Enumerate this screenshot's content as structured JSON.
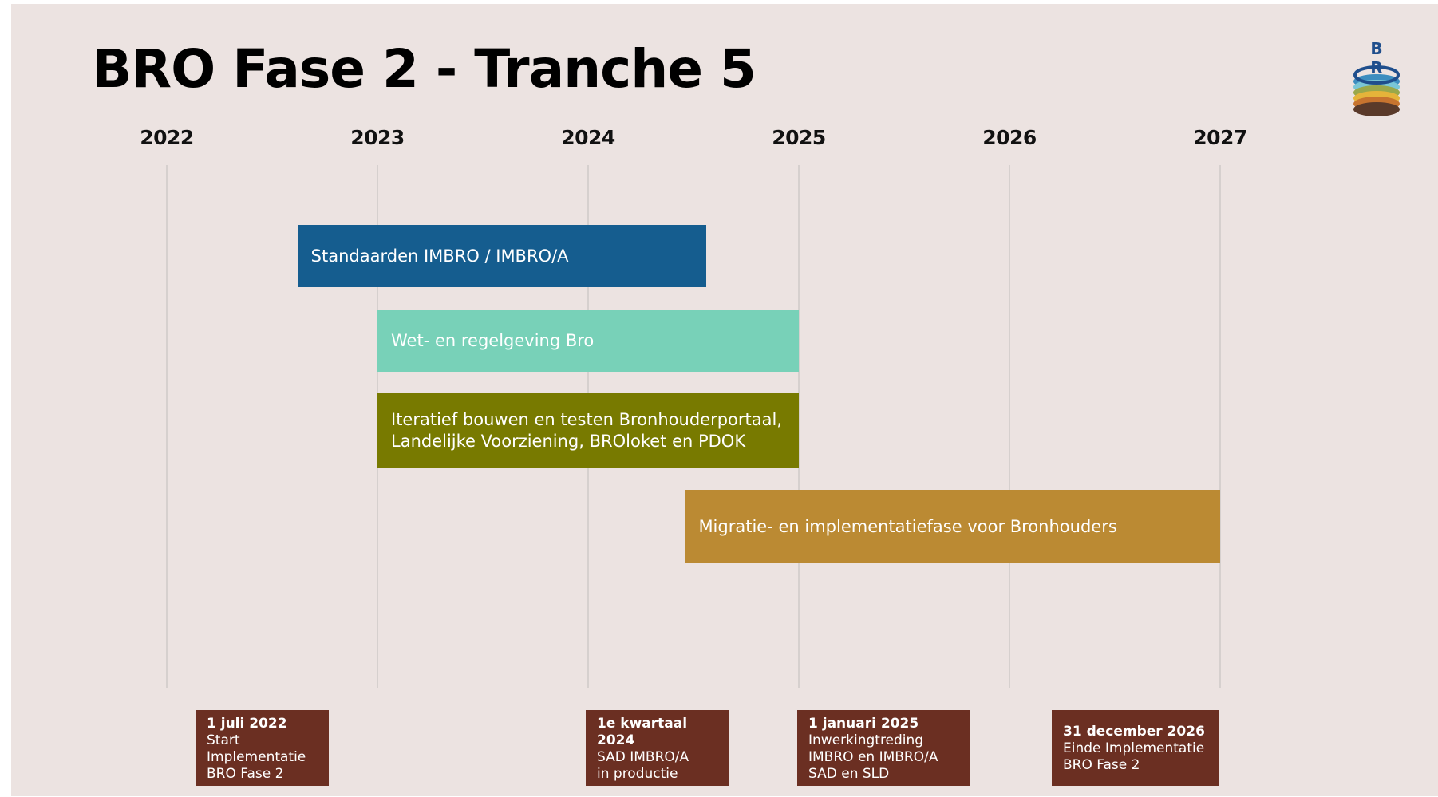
{
  "title": "BRO Fase 2 - Tranche 5",
  "logo": {
    "icon": "bro-logo-icon",
    "letters": [
      "B",
      "R",
      "O"
    ],
    "colors": [
      "#1f4e8c",
      "#3c8dbf",
      "#7ac6d6",
      "#9aa84a",
      "#e5b43a",
      "#c7742f",
      "#5a3a2a"
    ]
  },
  "timeline": {
    "years": [
      "2022",
      "2023",
      "2024",
      "2025",
      "2026",
      "2027"
    ],
    "bars": [
      {
        "label": "Standaarden IMBRO / IMBRO/A",
        "start": 2022.62,
        "end": 2024.56,
        "color": "#155d8f"
      },
      {
        "label": "Wet- en regelgeving Bro",
        "start": 2023.0,
        "end": 2025.0,
        "color": "#78d1b8"
      },
      {
        "label": "Iteratief bouwen en testen Bronhouderportaal,\nLandelijke Voorziening, BROloket en PDOK",
        "start": 2023.0,
        "end": 2025.0,
        "color": "#787a00"
      },
      {
        "label": "Migratie- en implementatiefase voor Bronhouders",
        "start": 2024.46,
        "end": 2027.0,
        "color": "#bb8a33"
      }
    ],
    "milestones": [
      {
        "head": "1 juli 2022",
        "text": " Start\nImplementatie\nBRO Fase 2",
        "color": "#6b2f22"
      },
      {
        "head": "1e kwartaal 2024",
        "text": "\nSAD IMBRO/A\nin productie",
        "color": "#6b2f22"
      },
      {
        "head": "1 januari 2025",
        "text": "\nInwerkingtreding\nIMBRO en IMBRO/A\nSAD en SLD",
        "color": "#6b2f22"
      },
      {
        "head": "31 december 2026",
        "text": "\nEinde Implementatie\nBRO Fase 2",
        "color": "#6b2f22"
      }
    ]
  }
}
